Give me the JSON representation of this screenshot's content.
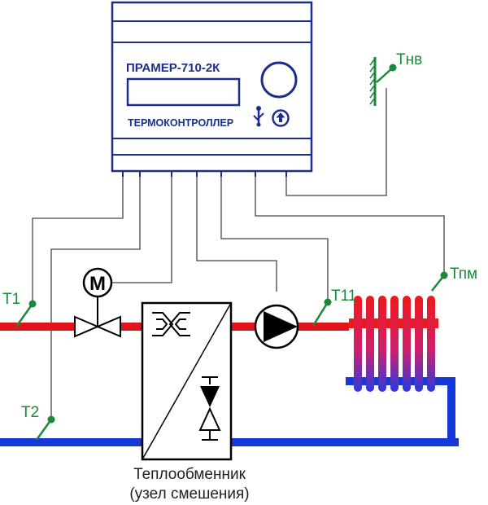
{
  "device": {
    "model": "ПРАМЕР-710-2К",
    "subtitle": "ТЕРМОКОНТРОЛЛЕР"
  },
  "sensors": {
    "t1": "Т1",
    "t2": "Т2",
    "t11": "Т11",
    "tpm": "Тпм",
    "tnv": "Тнв"
  },
  "motor_label": "М",
  "caption": {
    "line1": "Теплообменник",
    "line2": "(узел смешения)"
  },
  "colors": {
    "device_blue": "#1b2f8a",
    "supply_red": "#e0151b",
    "return_blue": "#1538d8",
    "sensor_green": "#1a8a3a"
  }
}
